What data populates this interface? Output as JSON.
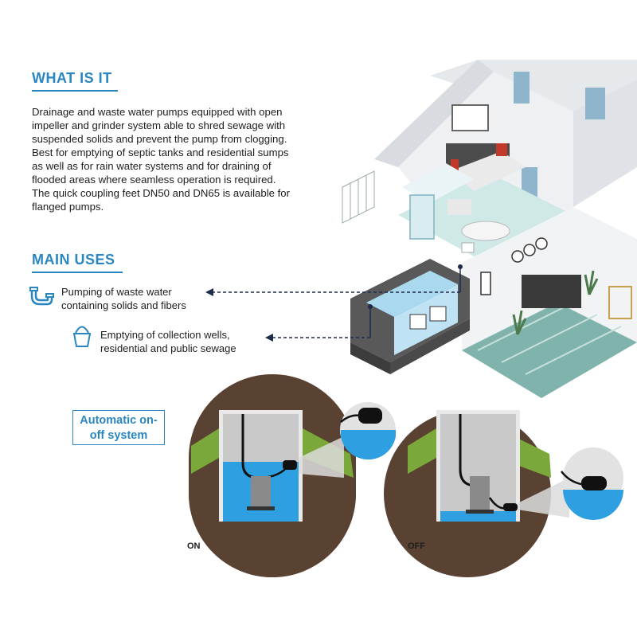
{
  "what_is_it": {
    "heading": "WHAT IS IT",
    "description": "Drainage and waste water pumps equipped with open impeller and grinder system able to shred sewage with suspended solids and prevent the pump from clogging. Best for emptying of septic tanks and residential sumps as well as for rain water systems and for draining of flooded areas where seamless operation is required. The quick coupling feet  DN50 and DN65 is available for flanged pumps."
  },
  "main_uses": {
    "heading": "MAIN USES",
    "items": [
      {
        "icon": "pipe-icon",
        "text": "Pumping of waste water containing solids and fibers"
      },
      {
        "icon": "bucket-icon",
        "text": "Emptying of collection wells, residential and public sewage"
      }
    ]
  },
  "automatic_system": {
    "label": "Automatic on-off system",
    "states": [
      {
        "label": "ON"
      },
      {
        "label": "OFF"
      }
    ]
  },
  "colors": {
    "accent": "#2a86c1",
    "water": "#2e9fe0",
    "soil": "#5a4233",
    "grass": "#7aa83a",
    "pump": "#8a8a8a"
  }
}
